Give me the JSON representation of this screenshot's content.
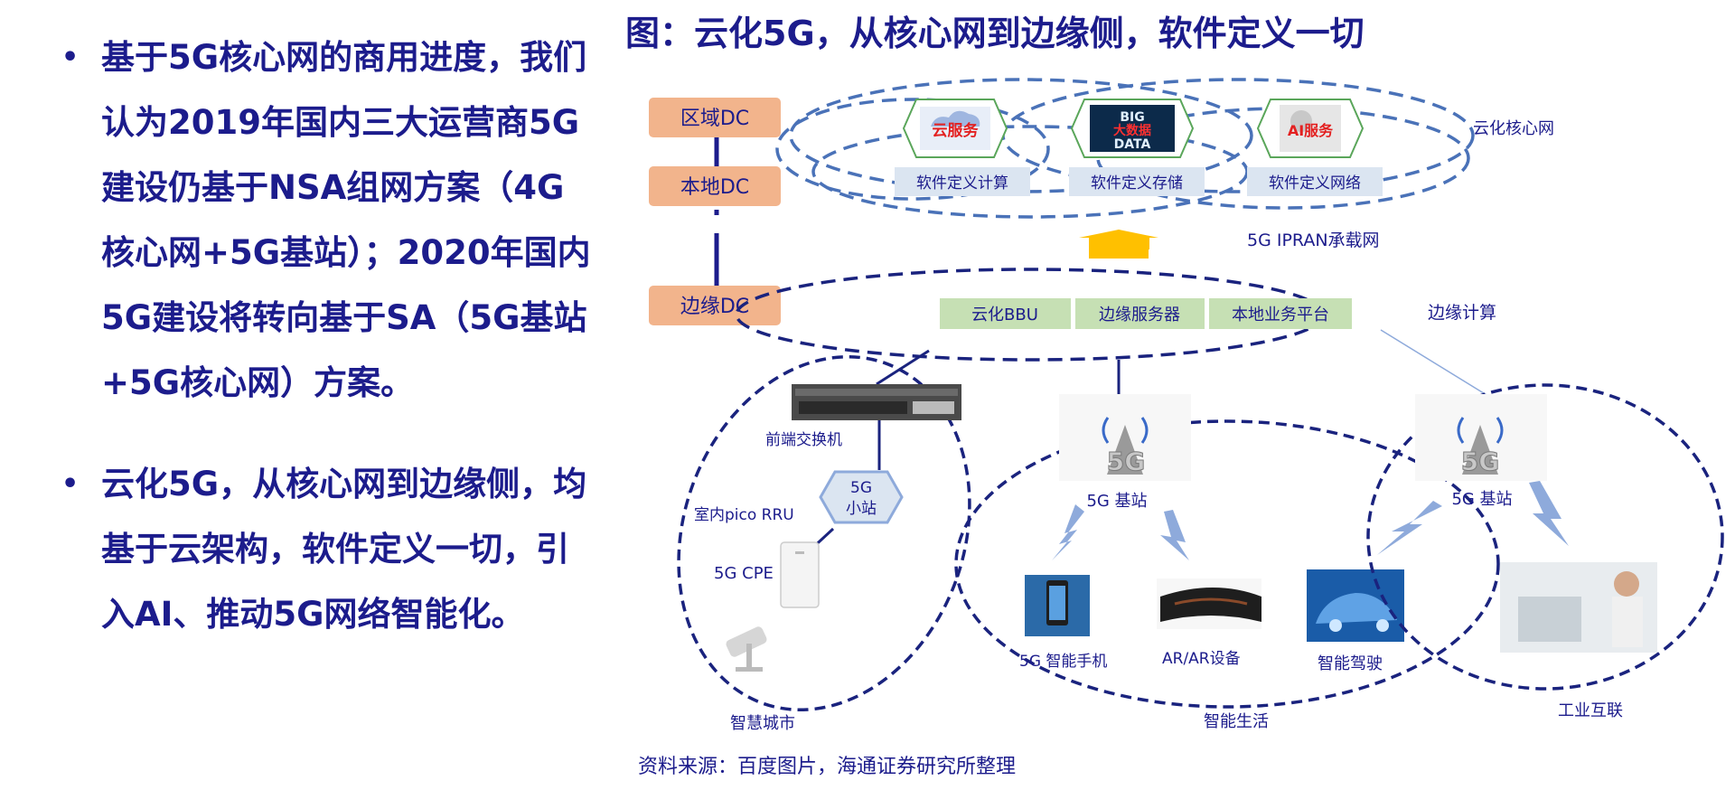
{
  "left": {
    "bullets": [
      "基于5G核心网的商用进度，我们认为2019年国内三大运营商5G建设仍基于NSA组网方案（4G核心网+5G基站）；2020年国内5G建设将转向基于SA（5G基站+5G核心网）方案。",
      "云化5G，从核心网到边缘侧，均基于云架构，软件定义一切，引入AI、推动5G网络智能化。"
    ]
  },
  "figure": {
    "title": "图：云化5G，从核心网到边缘侧，软件定义一切",
    "source": "资料来源：百度图片，海通证券研究所整理",
    "dc": {
      "regional": "区域DC",
      "local": "本地DC",
      "edge": "边缘DC"
    },
    "core": {
      "label": "云化核心网",
      "icons": {
        "cloud": "云服务",
        "bigdata_top": "BIG",
        "bigdata_mid": "大数据",
        "bigdata_bottom": "DATA",
        "ai": "AI服务"
      },
      "boxes": [
        "软件定义计算",
        "软件定义存储",
        "软件定义网络"
      ]
    },
    "ipran": "5G IPRAN承载网",
    "edge": {
      "label": "边缘计算",
      "boxes": [
        "云化BBU",
        "边缘服务器",
        "本地业务平台"
      ]
    },
    "smart_city": {
      "label": "智慧城市",
      "switch": "前端交换机",
      "small_cell_top": "5G",
      "small_cell_bottom": "小站",
      "pico": "室内pico RRU",
      "cpe": "5G CPE"
    },
    "smart_life": {
      "label": "智能生活",
      "base": "5G 基站",
      "tower_text": "5G",
      "phone": "5G 智能手机",
      "ar": "AR/AR设备",
      "car": "智能驾驶"
    },
    "industry": {
      "label": "工业互联",
      "base": "5G 基站",
      "tower_text": "5G"
    },
    "colors": {
      "navy": "#1c1c8c",
      "dash_blue": "#4a72b8",
      "dash_navy": "#1a237e",
      "dc_fill": "#f2b48c",
      "green": "#c6e0b4",
      "sd_box": "#dbe5f1",
      "arrow": "#ffc000",
      "bolt": "#8eaadb"
    }
  }
}
